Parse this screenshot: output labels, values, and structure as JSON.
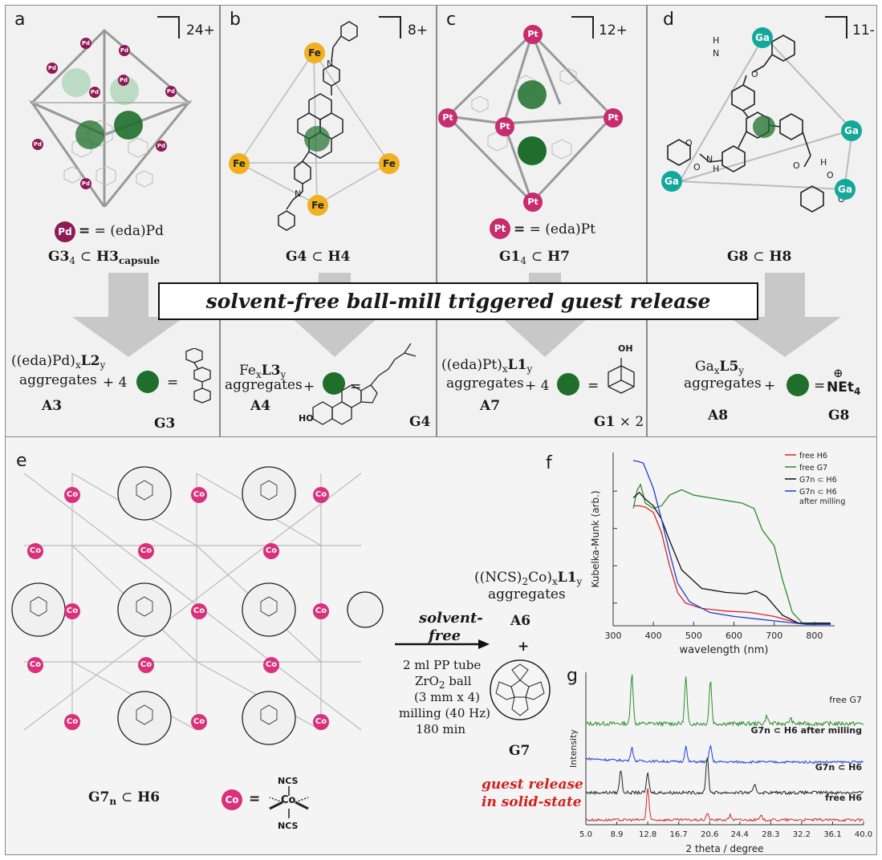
{
  "panels": {
    "a": {
      "label": "a",
      "charge": "24+",
      "atom": "Pd",
      "legend_rhs": "= (eda)Pd",
      "complex": "G3",
      "complex_sub": "4",
      "host": "H3",
      "host_sub": "capsule",
      "aggregate_prefix": "((eda)Pd)",
      "aggregate_x": "x",
      "aggregate_ligand": "L2",
      "aggregate_y": "y",
      "aggregate_word": "aggregates",
      "aggregate_code": "A3",
      "coef": "+ 4",
      "equals": "=",
      "guest": "G3"
    },
    "b": {
      "label": "b",
      "charge": "8+",
      "atom": "Fe",
      "complex": "G4",
      "host": "H4",
      "aggregate_prefix": "Fe",
      "aggregate_x": "x",
      "aggregate_ligand": "L3",
      "aggregate_y": "y",
      "aggregate_word": "aggregates",
      "aggregate_code": "A4",
      "coef": "+",
      "equals": "=",
      "guest": "G4",
      "ho": "HO"
    },
    "c": {
      "label": "c",
      "charge": "12+",
      "atom": "Pt",
      "legend_rhs": "= (eda)Pt",
      "complex": "G1",
      "complex_sub": "4",
      "host": "H7",
      "aggregate_prefix": "((eda)Pt)",
      "aggregate_x": "x",
      "aggregate_ligand": "L1",
      "aggregate_y": "y",
      "aggregate_word": "aggregates",
      "aggregate_code": "A7",
      "coef": "+ 4",
      "equals": "=",
      "guest": "G1",
      "guest_mult": "× 2",
      "oh": "OH"
    },
    "d": {
      "label": "d",
      "charge": "11-",
      "atom": "Ga",
      "complex": "G8",
      "host": "H8",
      "aggregate_prefix": "Ga",
      "aggregate_x": "x",
      "aggregate_ligand": "L5",
      "aggregate_y": "y",
      "aggregate_word": "aggregates",
      "aggregate_code": "A8",
      "coef": "+",
      "equals": "=",
      "guest_cation": "NEt",
      "guest_cation_sub": "4",
      "guest_charge": "⊕",
      "guest": "G8"
    },
    "e": {
      "label": "e",
      "atom": "Co",
      "complex": "G7",
      "complex_sub": "n",
      "host": "H6",
      "ncs": "NCS",
      "co": "Co",
      "aggregate_prefix": "((NCS)",
      "aggregate_2": "2",
      "aggregate_co": "Co)",
      "aggregate_x": "x",
      "aggregate_ligand": "L1",
      "aggregate_y": "y",
      "aggregate_word": "aggregates",
      "aggregate_code": "A6",
      "plus": "+",
      "product": "G7",
      "arrow_top1": "solvent-",
      "arrow_top2": "free",
      "cond1": "2 ml PP tube",
      "cond2_a": "ZrO",
      "cond2_sub": "2",
      "cond2_b": " ball",
      "cond3": "(3 mm x 4)",
      "cond4": "milling (40 Hz)",
      "cond5": "180 min",
      "release1": "guest release",
      "release2": "in solid-state"
    }
  },
  "banner": "solvent-free ball-mill triggered guest release",
  "colors": {
    "pd": "#8e1b55",
    "fe": "#f0b020",
    "pt": "#c72c6f",
    "ga": "#14a89b",
    "co": "#d9317a",
    "guest": "#1f6e2c",
    "release": "#d42020",
    "panel_bg": "#f0f1f0"
  },
  "chart_f": {
    "label": "f",
    "chart_data": {
      "type": "line",
      "xlabel": "wavelength (nm)",
      "ylabel": "Kubelka-Munk (arb.)",
      "xlim": [
        300,
        850
      ],
      "x_ticks": [
        "300",
        "400",
        "500",
        "600",
        "700",
        "800"
      ],
      "legend_position": "top-right",
      "series": [
        {
          "name": "free H6",
          "color": "#d62728",
          "points": [
            [
              350,
              0.9
            ],
            [
              365,
              0.9
            ],
            [
              380,
              0.89
            ],
            [
              400,
              0.85
            ],
            [
              420,
              0.7
            ],
            [
              440,
              0.45
            ],
            [
              460,
              0.25
            ],
            [
              480,
              0.17
            ],
            [
              520,
              0.13
            ],
            [
              580,
              0.11
            ],
            [
              640,
              0.1
            ],
            [
              700,
              0.07
            ],
            [
              760,
              0.02
            ],
            [
              840,
              0.02
            ]
          ]
        },
        {
          "name": "free G7",
          "color": "#2c8c2c",
          "points": [
            [
              350,
              0.88
            ],
            [
              360,
              1.02
            ],
            [
              368,
              1.06
            ],
            [
              380,
              0.92
            ],
            [
              400,
              0.88
            ],
            [
              420,
              0.9
            ],
            [
              440,
              0.98
            ],
            [
              470,
              1.02
            ],
            [
              500,
              0.98
            ],
            [
              540,
              0.96
            ],
            [
              580,
              0.94
            ],
            [
              620,
              0.92
            ],
            [
              650,
              0.88
            ],
            [
              670,
              0.72
            ],
            [
              700,
              0.6
            ],
            [
              720,
              0.35
            ],
            [
              745,
              0.1
            ],
            [
              770,
              0.02
            ],
            [
              840,
              0.01
            ]
          ]
        },
        {
          "name": "G7n ⊂ H6",
          "color": "#111111",
          "points": [
            [
              350,
              0.96
            ],
            [
              365,
              1.0
            ],
            [
              380,
              0.95
            ],
            [
              400,
              0.9
            ],
            [
              420,
              0.8
            ],
            [
              440,
              0.64
            ],
            [
              470,
              0.42
            ],
            [
              520,
              0.28
            ],
            [
              580,
              0.25
            ],
            [
              630,
              0.24
            ],
            [
              655,
              0.26
            ],
            [
              680,
              0.22
            ],
            [
              720,
              0.08
            ],
            [
              760,
              0.02
            ],
            [
              840,
              0.02
            ]
          ]
        },
        {
          "name": "G7n ⊂ H6 after milling",
          "color": "#1f3fd6",
          "points": [
            [
              350,
              1.24
            ],
            [
              365,
              1.23
            ],
            [
              375,
              1.22
            ],
            [
              400,
              1.03
            ],
            [
              420,
              0.8
            ],
            [
              440,
              0.55
            ],
            [
              460,
              0.32
            ],
            [
              490,
              0.18
            ],
            [
              540,
              0.1
            ],
            [
              600,
              0.07
            ],
            [
              660,
              0.05
            ],
            [
              720,
              0.03
            ],
            [
              780,
              0.01
            ],
            [
              840,
              0.01
            ]
          ]
        }
      ]
    }
  },
  "chart_g": {
    "label": "g",
    "chart_data": {
      "type": "line",
      "xlabel": "2 theta / degree",
      "ylabel": "Intensity",
      "xlim": [
        5.0,
        40.0
      ],
      "x_ticks": [
        "5.0",
        "8.9",
        "12.8",
        "16.7",
        "20.6",
        "24.4",
        "28.3",
        "32.2",
        "36.1",
        "40.0"
      ],
      "series": [
        {
          "name": "free G7",
          "color": "#2c8c2c",
          "peaks": [
            [
              10.8,
              1.0
            ],
            [
              17.6,
              0.9
            ],
            [
              20.7,
              0.85
            ],
            [
              27.8,
              0.15
            ],
            [
              30.8,
              0.1
            ]
          ]
        },
        {
          "name": "G7n ⊂ H6 after milling",
          "color": "#1f3fd6",
          "peaks": [
            [
              10.8,
              0.45
            ],
            [
              17.6,
              0.5
            ],
            [
              20.7,
              0.55
            ]
          ]
        },
        {
          "name": "G7n ⊂ H6",
          "color": "#222222",
          "peaks": [
            [
              9.4,
              0.6
            ],
            [
              12.8,
              0.5
            ],
            [
              20.3,
              0.95
            ],
            [
              26.3,
              0.2
            ]
          ]
        },
        {
          "name": "free H6",
          "color": "#d62728",
          "peaks": [
            [
              12.8,
              1.0
            ],
            [
              20.3,
              0.2
            ],
            [
              23.2,
              0.15
            ],
            [
              27.1,
              0.12
            ]
          ]
        }
      ]
    }
  }
}
